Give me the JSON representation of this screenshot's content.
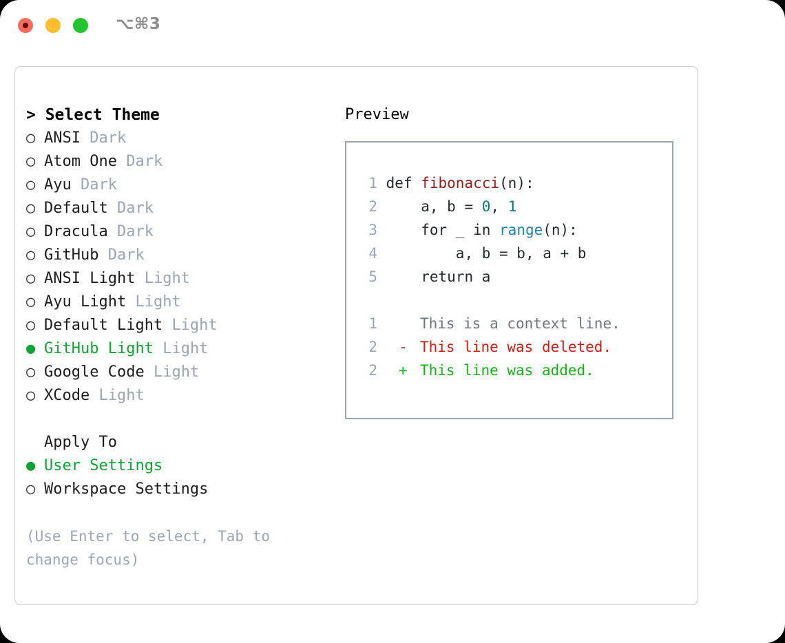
{
  "titlebar": {
    "shortcut": "⌥⌘3",
    "buttons": [
      "close",
      "minimize",
      "zoom"
    ]
  },
  "theme_panel": {
    "header": "> Select Theme",
    "marker_unselected": "○",
    "marker_selected": "●",
    "items": [
      {
        "name": "ANSI",
        "variant": "Dark",
        "selected": false
      },
      {
        "name": "Atom One",
        "variant": "Dark",
        "selected": false
      },
      {
        "name": "Ayu",
        "variant": "Dark",
        "selected": false
      },
      {
        "name": "Default",
        "variant": "Dark",
        "selected": false
      },
      {
        "name": "Dracula",
        "variant": "Dark",
        "selected": false
      },
      {
        "name": "GitHub",
        "variant": "Dark",
        "selected": false
      },
      {
        "name": "ANSI Light",
        "variant": "Light",
        "selected": false
      },
      {
        "name": "Ayu Light",
        "variant": "Light",
        "selected": false
      },
      {
        "name": "Default Light",
        "variant": "Light",
        "selected": false
      },
      {
        "name": "GitHub Light",
        "variant": "Light",
        "selected": true
      },
      {
        "name": "Google Code",
        "variant": "Light",
        "selected": false
      },
      {
        "name": "XCode",
        "variant": "Light",
        "selected": false
      }
    ]
  },
  "apply_to": {
    "header": "Apply To",
    "items": [
      {
        "name": "User Settings",
        "selected": true
      },
      {
        "name": "Workspace Settings",
        "selected": false
      }
    ]
  },
  "hint": "(Use Enter to select, Tab to change focus)",
  "preview": {
    "title": "Preview",
    "code_lines": [
      {
        "num": "1",
        "segments": [
          {
            "text": "def ",
            "kind": "plain"
          },
          {
            "text": "fibonacci",
            "kind": "fn"
          },
          {
            "text": "(n):",
            "kind": "plain"
          }
        ]
      },
      {
        "num": "2",
        "segments": [
          {
            "text": "    a, b = ",
            "kind": "plain"
          },
          {
            "text": "0",
            "kind": "num"
          },
          {
            "text": ", ",
            "kind": "plain"
          },
          {
            "text": "1",
            "kind": "num"
          }
        ]
      },
      {
        "num": "3",
        "segments": [
          {
            "text": "    for _ in ",
            "kind": "plain"
          },
          {
            "text": "range",
            "kind": "call"
          },
          {
            "text": "(n):",
            "kind": "plain"
          }
        ]
      },
      {
        "num": "4",
        "segments": [
          {
            "text": "        a, b = b, a + b",
            "kind": "plain"
          }
        ]
      },
      {
        "num": "5",
        "segments": [
          {
            "text": "    return a",
            "kind": "plain"
          }
        ]
      }
    ],
    "diff_lines": [
      {
        "num": "1",
        "sign": " ",
        "text": " This is a context line.",
        "kind": "context"
      },
      {
        "num": "2",
        "sign": "-",
        "text": " This line was deleted.",
        "kind": "deleted"
      },
      {
        "num": "2",
        "sign": "+",
        "text": " This line was added.",
        "kind": "added"
      }
    ]
  },
  "colors": {
    "selected_green": "#0ea432",
    "muted": "#9aa5b1",
    "diff_deleted": "#cc1f14",
    "diff_added": "#14b314",
    "syntax_function": "#9b1c17",
    "syntax_number": "#0f7c74",
    "syntax_call": "#1f83ad",
    "traffic_red": "#f96a5f",
    "traffic_yellow": "#fcbd2e",
    "traffic_green": "#22c52f"
  }
}
